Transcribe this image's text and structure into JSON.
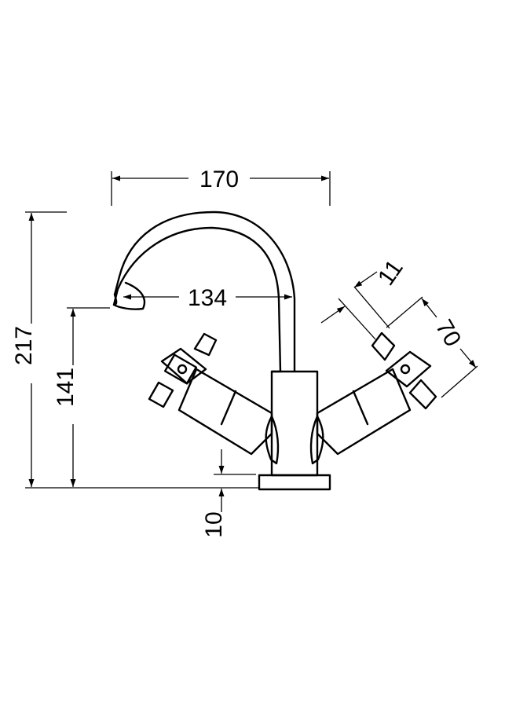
{
  "dimensions": {
    "width_overall": "170",
    "spout_reach": "134",
    "height_overall": "217",
    "height_spout_outlet": "141",
    "base_thickness": "10",
    "handle_size": "11",
    "handle_offset": "70"
  },
  "colors": {
    "line": "#000000",
    "background": "#ffffff"
  }
}
